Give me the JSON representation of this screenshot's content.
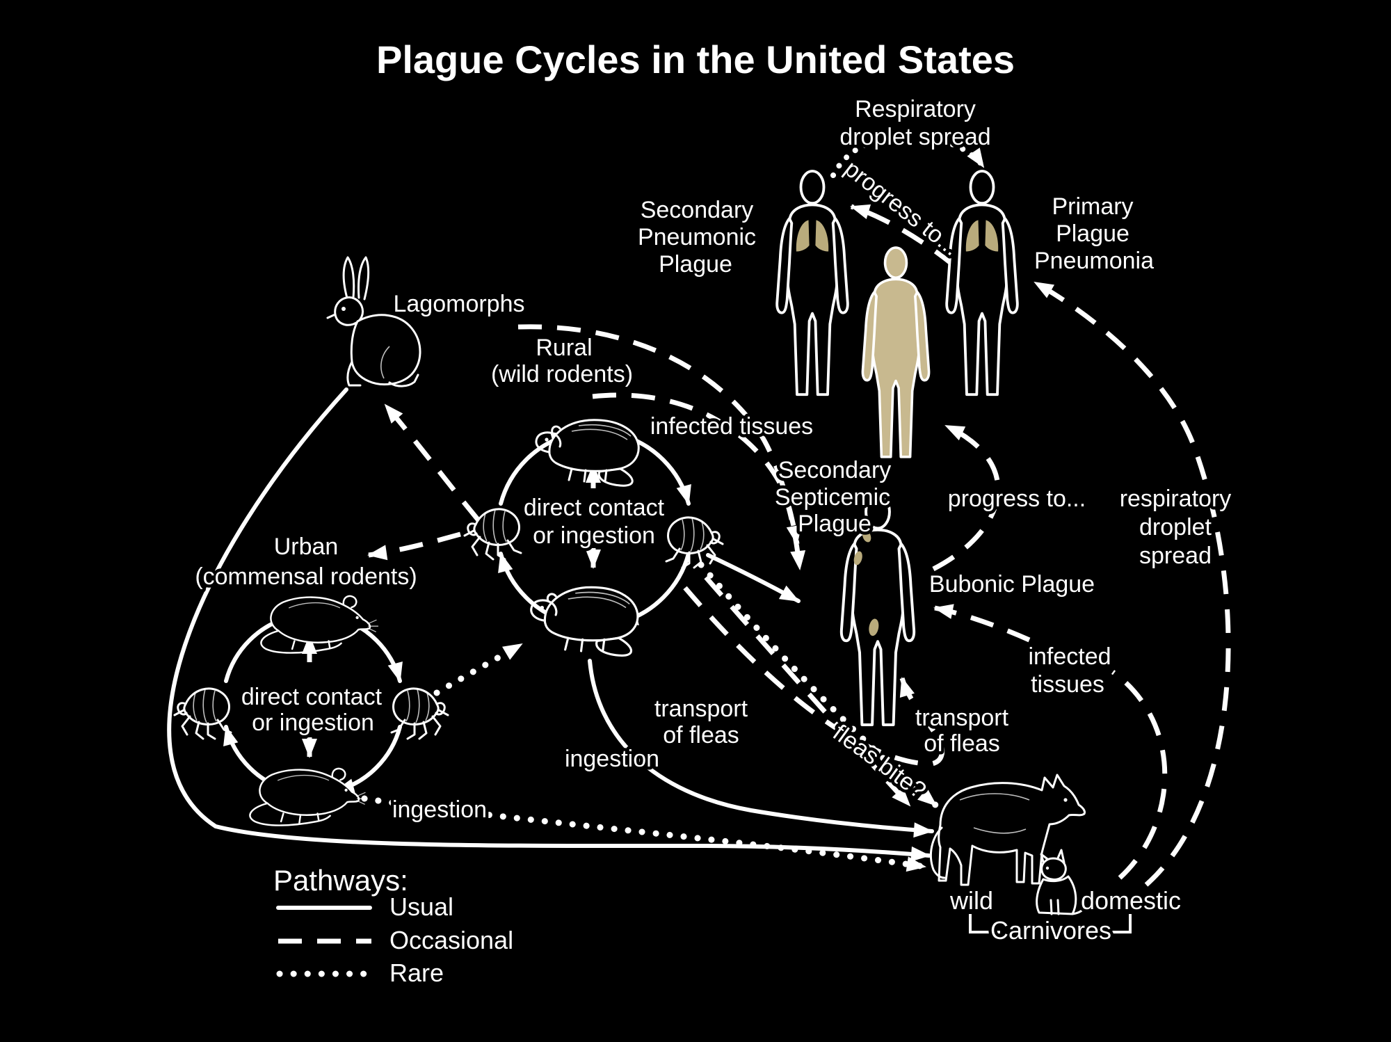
{
  "title": "Plague Cycles in the United States",
  "colors": {
    "background": "#000000",
    "foreground": "#ffffff",
    "tan": "#c2b283"
  },
  "humans": {
    "secondary_pneumonic": [
      "Secondary",
      "Pneumonic",
      "Plague"
    ],
    "primary_pneumonia": [
      "Primary",
      "Plague",
      "Pneumonia"
    ],
    "secondary_septicemic": [
      "Secondary",
      "Septicemic",
      "Plague"
    ],
    "bubonic": "Bubonic Plague"
  },
  "animals": {
    "lagomorphs": "Lagomorphs",
    "rural": [
      "Rural",
      "(wild rodents)"
    ],
    "urban": [
      "Urban",
      "(commensal rodents)"
    ],
    "carnivores": {
      "wild": "wild",
      "domestic": "domestic",
      "group": "Carnivores"
    },
    "icons": [
      "rabbit-icon",
      "ground-squirrel-icon",
      "flea-icon",
      "rat-icon",
      "coyote-icon",
      "cat-icon",
      "human-figure-icon"
    ]
  },
  "pathways": {
    "respiratory_top": [
      "Respiratory",
      "droplet spread"
    ],
    "progress_to_upper": "progress to...",
    "progress_to_right": "progress to...",
    "respiratory_right": [
      "respiratory",
      "droplet",
      "spread"
    ],
    "infected_tissues_mid": "infected tissues",
    "infected_tissues_right": [
      "infected",
      "tissues"
    ],
    "direct_contact_rural": [
      "direct contact",
      "or ingestion"
    ],
    "direct_contact_urban": [
      "direct contact",
      "or ingestion"
    ],
    "transport_of_fleas_left": [
      "transport",
      "of fleas"
    ],
    "transport_of_fleas_right": [
      "transport",
      "of fleas"
    ],
    "ingestion_mid": "ingestion",
    "ingestion_bottom": "ingestion",
    "fleas_bite": "fleas bite?"
  },
  "legend": {
    "heading": "Pathways:",
    "items": [
      {
        "style": "solid",
        "label": "Usual"
      },
      {
        "style": "dashed",
        "label": "Occasional"
      },
      {
        "style": "dotted",
        "label": "Rare"
      }
    ]
  }
}
